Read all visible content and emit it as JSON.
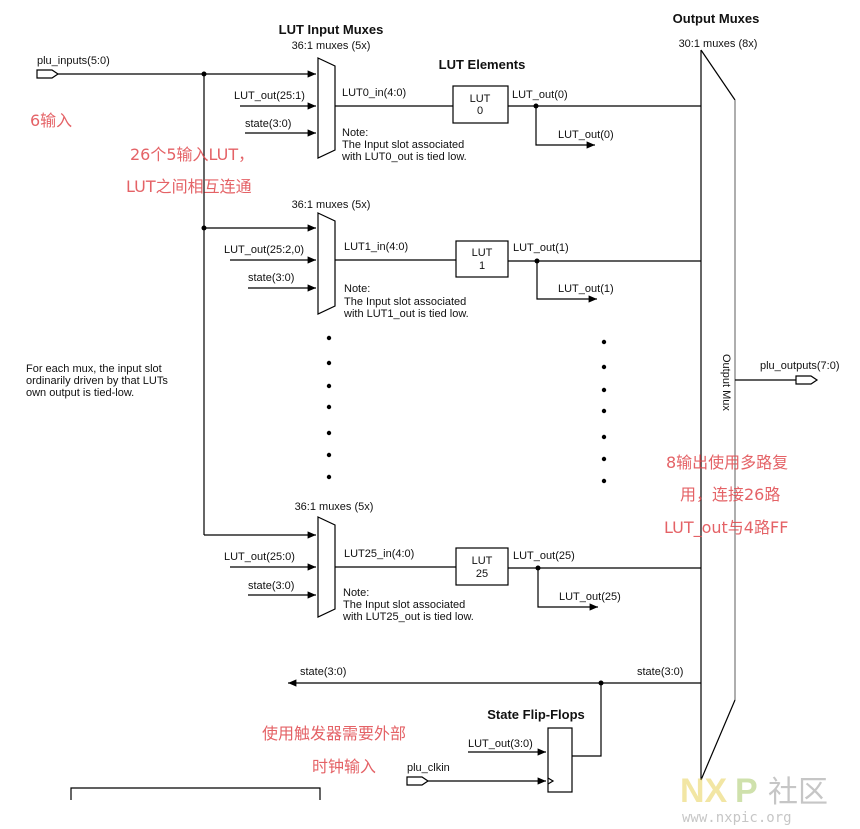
{
  "titles": {
    "lut_input_muxes": "LUT Input Muxes",
    "lut_elements": "LUT Elements",
    "output_muxes": "Output Muxes",
    "output_mux_sub": "30:1 muxes (8x)",
    "state_ff": "State Flip-Flops",
    "output_mux_label": "Output Mux"
  },
  "inputs": {
    "plu_inputs": "plu_inputs(5:0)",
    "plu_outputs": "plu_outputs(7:0)",
    "plu_clkin": "plu_clkin",
    "ff_in": "LUT_out(3:0)",
    "state_left": "state(3:0)",
    "state_right": "state(3:0)"
  },
  "groups": [
    {
      "mux_sub": "36:1 muxes (5x)",
      "lut_in_bus": "LUT_out(25:1)",
      "state": "state(3:0)",
      "lut_in": "LUT0_in(4:0)",
      "lut_name": "LUT",
      "lut_num": "0",
      "lut_out": "LUT_out(0)",
      "lut_out_branch": "LUT_out(0)",
      "note": [
        "Note:",
        "The Input slot associated",
        "with LUT0_out is tied low."
      ]
    },
    {
      "mux_sub": "36:1 muxes (5x)",
      "lut_in_bus": "LUT_out(25:2,0)",
      "state": "state(3:0)",
      "lut_in": "LUT1_in(4:0)",
      "lut_name": "LUT",
      "lut_num": "1",
      "lut_out": "LUT_out(1)",
      "lut_out_branch": "LUT_out(1)",
      "note": [
        "Note:",
        "The Input slot associated",
        "with LUT1_out is tied low."
      ]
    },
    {
      "mux_sub": "36:1 muxes (5x)",
      "lut_in_bus": "LUT_out(25:0)",
      "state": "state(3:0)",
      "lut_in": "LUT25_in(4:0)",
      "lut_name": "LUT",
      "lut_num": "25",
      "lut_out": "LUT_out(25)",
      "lut_out_branch": "LUT_out(25)",
      "note": [
        "Note:",
        "The Input slot associated",
        "with LUT25_out is tied low."
      ]
    }
  ],
  "side_note": [
    "For each mux, the input slot",
    "ordinarily driven by that LUTs",
    "own output is tied-low."
  ],
  "annotations": {
    "a1": "6输入",
    "a2": "26个5输入LUT，",
    "a3": "LUT之间相互连通",
    "a4": "8输出使用多路复",
    "a5": "用，连接26路",
    "a6": "LUT_out与4路FF",
    "a7": "使用触发器需要外部",
    "a8": "时钟输入"
  },
  "watermark": {
    "logo": "NXP社区",
    "url": "www.nxpic.org"
  }
}
